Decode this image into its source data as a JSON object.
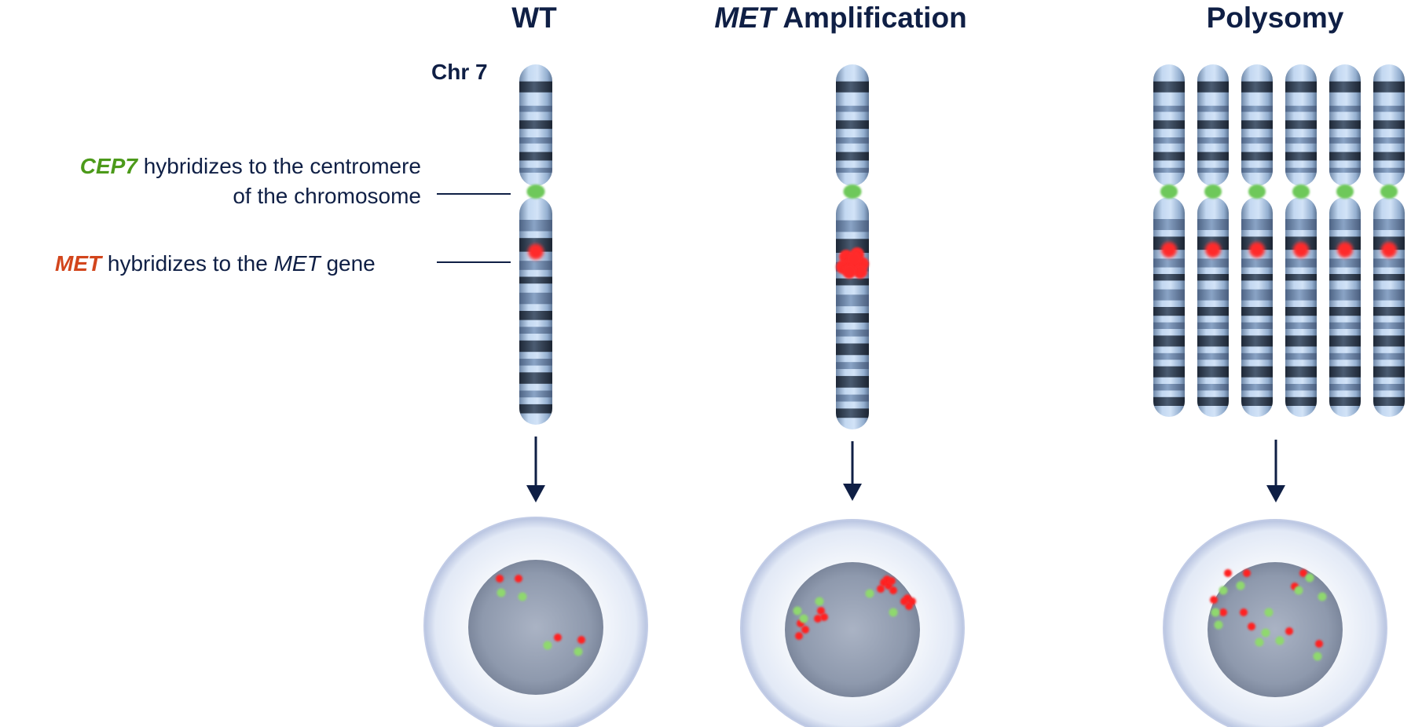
{
  "titles": {
    "wt": "WT",
    "amp_italic": "MET",
    "amp_rest": " Amplification",
    "polysomy": "Polysomy"
  },
  "chromosome_label": "Chr 7",
  "legend": {
    "cep7_name": "CEP7",
    "cep7_text_line1": " hybridizes to the centromere",
    "cep7_text_line2": "of the chromosome",
    "met_name": "MET",
    "met_text_1": " hybridizes to the ",
    "met_text_italic": "MET",
    "met_text_2": " gene"
  },
  "colors": {
    "navy": "#0f1f45",
    "cep7_green": "#4c9a1a",
    "met_orange": "#d2451c",
    "probe_green": "#7fd26a",
    "probe_red": "#ff2a2a",
    "chromosome_light": "#b7d0ec",
    "chromosome_band": "#324257",
    "nucleus": "#8c97ac",
    "cytoplasm": "#e9eef8"
  },
  "counts": {
    "wt_chromosome_copies": 1,
    "amp_chromosome_copies": 1,
    "polysomy_chromosome_copies": 6
  },
  "icons": [
    "chromosome-icon",
    "cell-nucleus-icon",
    "down-arrow-icon"
  ]
}
